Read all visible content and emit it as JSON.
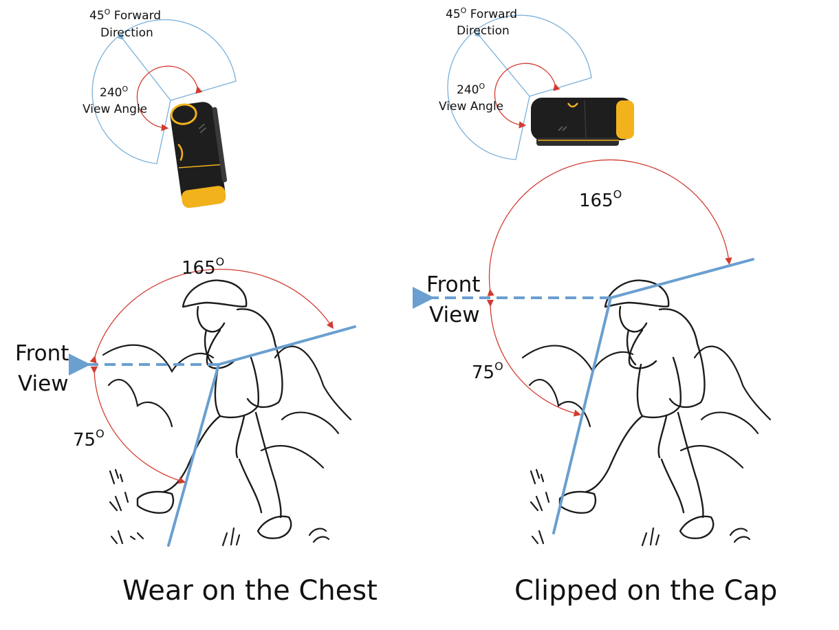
{
  "chest": {
    "forward_label": "45",
    "forward_sup": "O",
    "forward_word": "Forward",
    "direction_label": "Direction",
    "view_angle_value": "240",
    "view_angle_sup": "O",
    "view_angle_label": "View Angle",
    "upper_angle_value": "165",
    "upper_angle_sup": "O",
    "lower_angle_value": "75",
    "lower_angle_sup": "O",
    "front_label": "Front",
    "view_label": "View",
    "caption": "Wear on the Chest"
  },
  "cap": {
    "forward_label": "45",
    "forward_sup": "O",
    "forward_word": "Forward",
    "direction_label": "Direction",
    "view_angle_value": "240",
    "view_angle_sup": "O",
    "view_angle_label": "View Angle",
    "upper_angle_value": "165",
    "upper_angle_sup": "O",
    "lower_angle_value": "75",
    "lower_angle_sup": "O",
    "front_label": "Front",
    "view_label": "View",
    "caption": "Clipped on the Cap"
  },
  "colors": {
    "view_line": "#6a9fd0",
    "angle_arc": "#d23b30",
    "fan_outline": "#7ab0d8",
    "device_body": "#1e1e1e",
    "device_accent": "#f2b21c"
  }
}
